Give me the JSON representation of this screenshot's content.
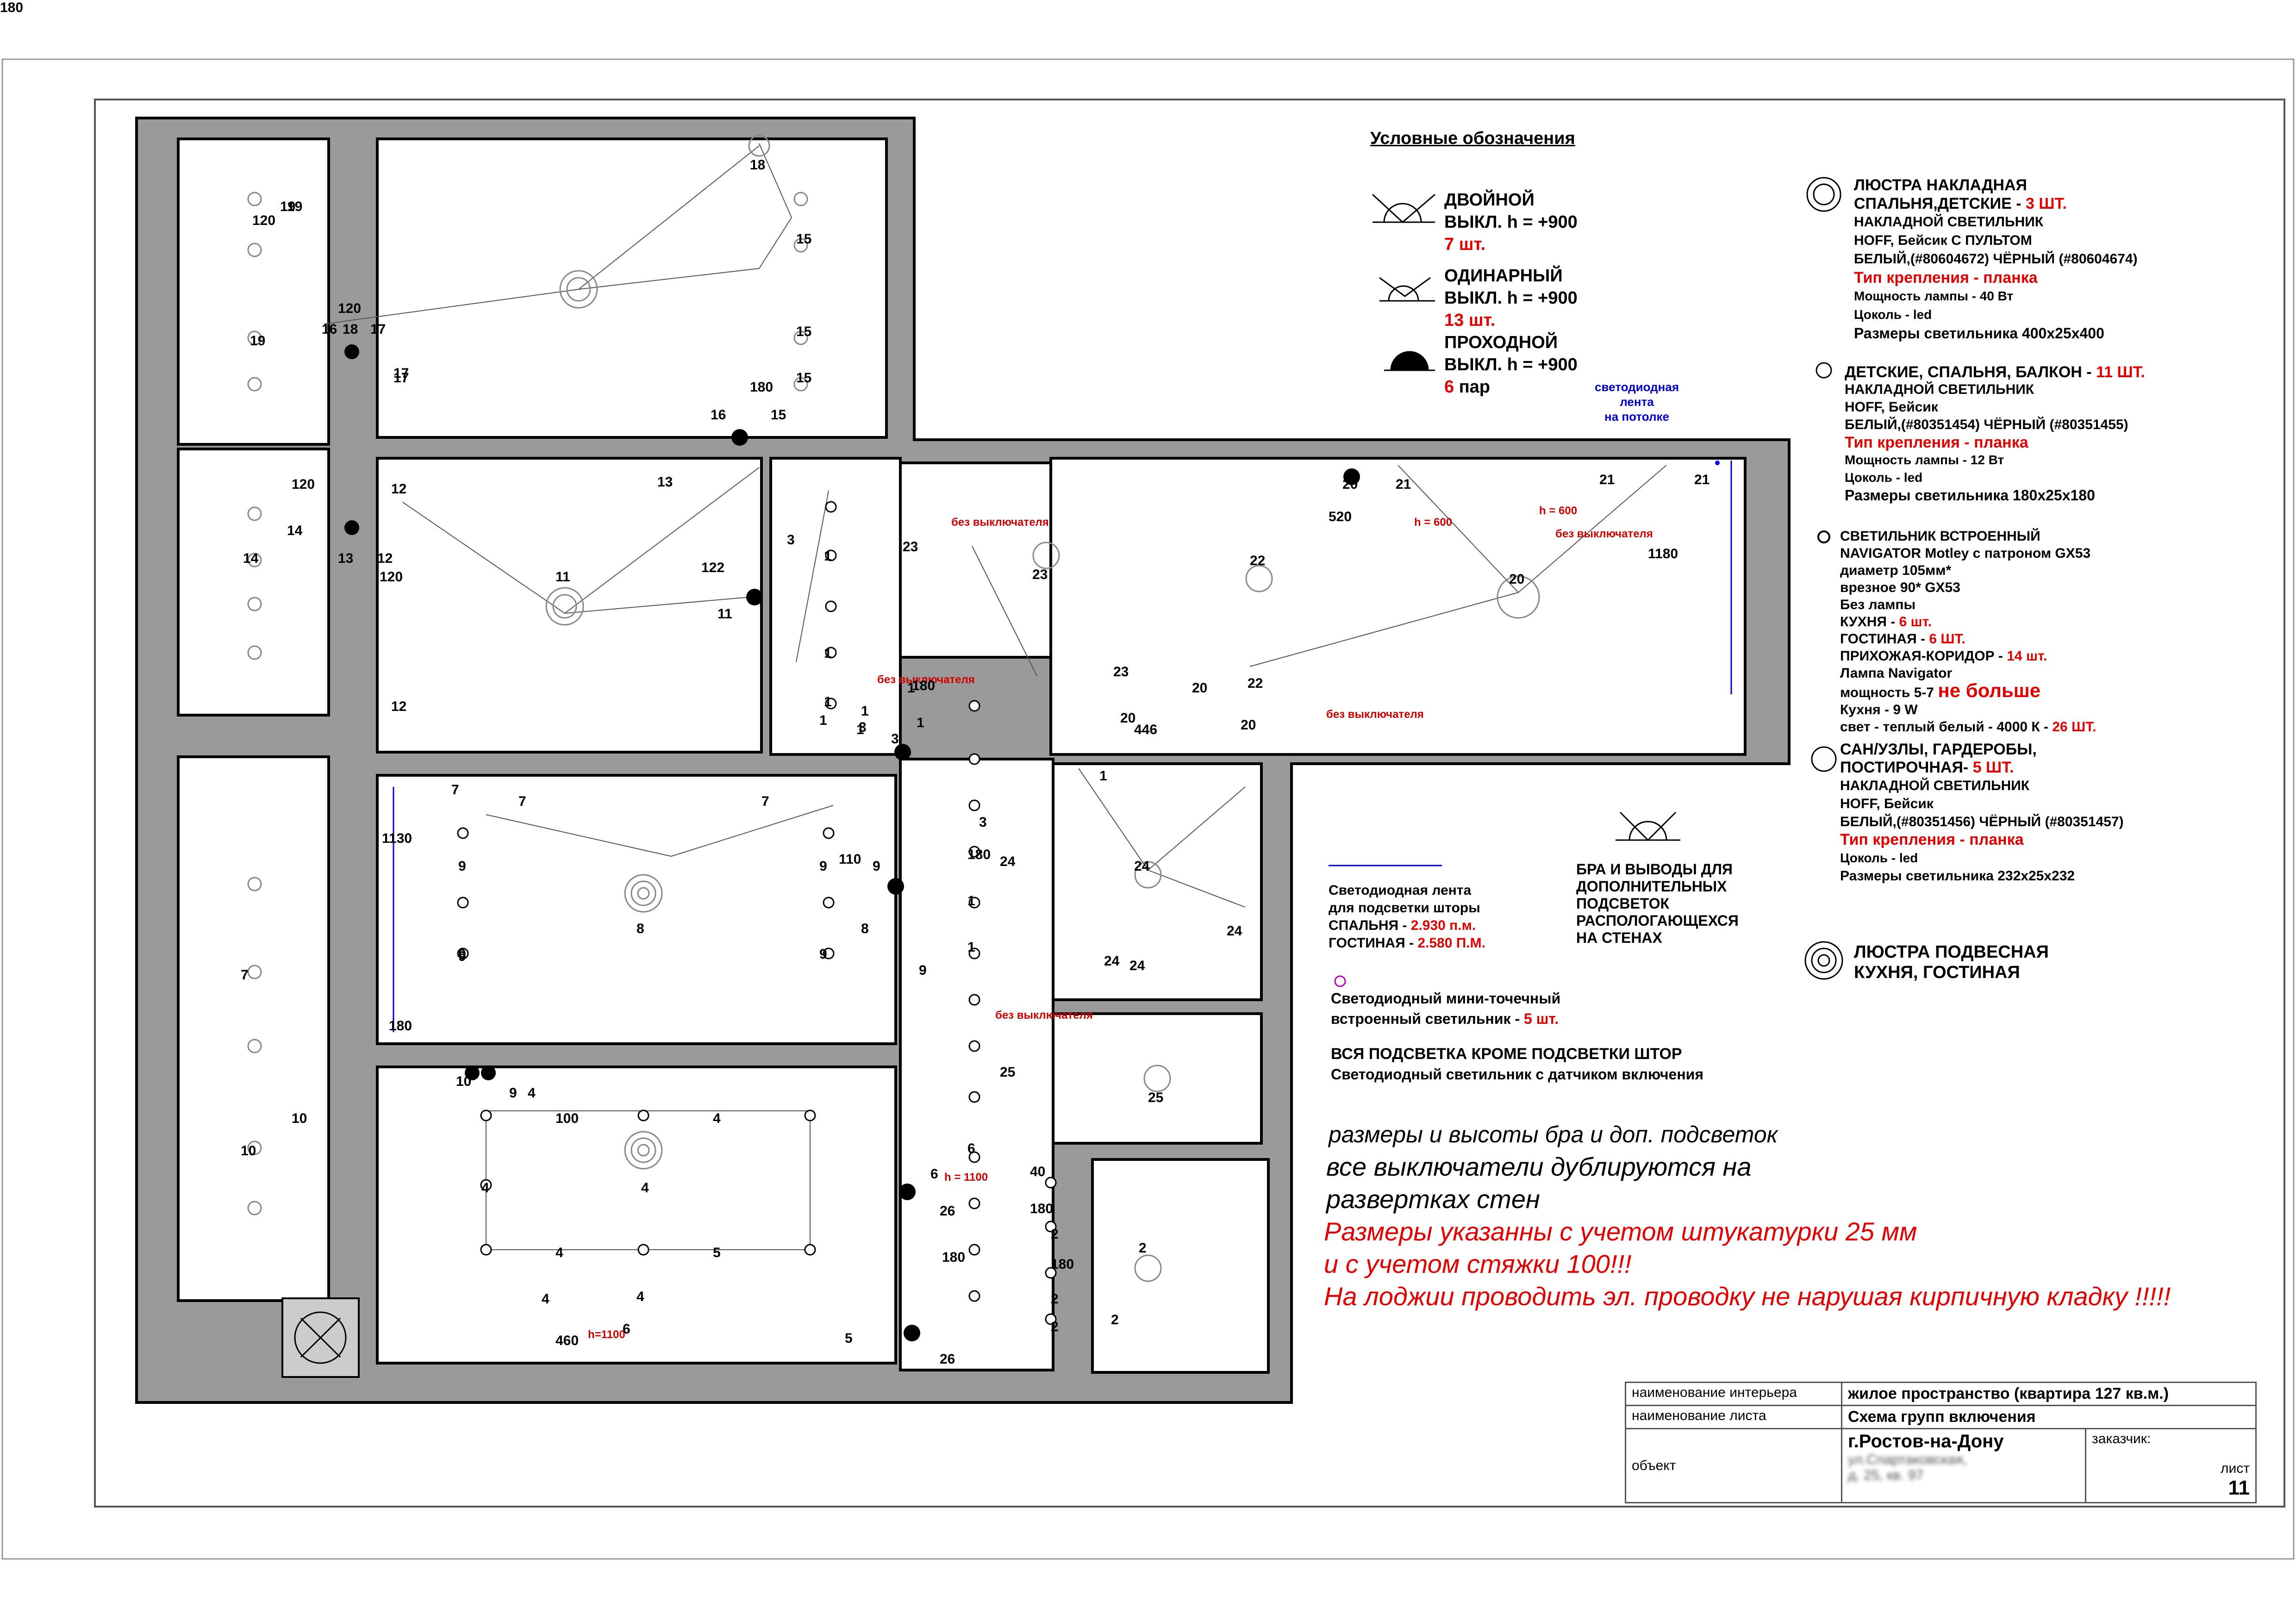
{
  "legend": {
    "title": "Условные обозначения",
    "double_switch": {
      "l1": "ДВОЙНОЙ",
      "l2": "ВЫКЛ. h = +900",
      "count": "7 шт."
    },
    "single_switch": {
      "l1": "ОДИНАРНЫЙ",
      "l2": "ВЫКЛ. h = +900",
      "count": "13 шт."
    },
    "pass_switch": {
      "l1": "ПРОХОДНОЙ",
      "l2": "ВЫКЛ. h = +900",
      "count": "6",
      "count_suffix": " пар"
    },
    "led_ceiling": {
      "l1": "светодиодная",
      "l2": "лента",
      "l3": "на потолке"
    }
  },
  "specs": {
    "chandelier": {
      "l1": "ЛЮСТРА НАКЛАДНАЯ",
      "l2": "СПАЛЬНЯ,ДЕТСКИЕ - ",
      "l2_red": "3 ШТ.",
      "l3": "НАКЛАДНОЙ СВЕТИЛЬНИК",
      "l4": "HOFF, Бейсик С ПУЛЬТОМ",
      "l5": "БЕЛЫЙ,(#80604672) ЧЁРНЫЙ (#80604674)",
      "l6": "Тип крепления - планка",
      "l7": "Мощность лампы - 40 Вт",
      "l8": "Цоколь - led",
      "l9": "Размеры светильника 400x25x400"
    },
    "small": {
      "l1": "ДЕТСКИЕ, СПАЛЬНЯ, БАЛКОН - ",
      "l1_red": "11 ШТ.",
      "l2": "НАКЛАДНОЙ СВЕТИЛЬНИК",
      "l3": "HOFF, Бейсик",
      "l4": "БЕЛЫЙ,(#80351454) ЧЁРНЫЙ (#80351455)",
      "l5": "Тип крепления - планка",
      "l6": "Мощность лампы - 12 Вт",
      "l7": "Цоколь - led",
      "l8": "Размеры светильника 180x25x180"
    },
    "recessed": {
      "l1": "СВЕТИЛЬНИК ВСТРОЕННЫЙ",
      "l2": "NAVIGATOR Motley с патроном GX53",
      "l3": "диаметр 105мм*",
      "l4": "врезное 90* GX53",
      "l5": "Без лампы",
      "l6": "КУХНЯ - ",
      "l6_red": "6 шт.",
      "l7": "ГОСТИНАЯ - ",
      "l7_red": "6 ШТ.",
      "l8": "ПРИХОЖАЯ-КОРИДОР - ",
      "l8_red": "14 шт.",
      "l9": "Лампа Navigator",
      "l10": "мощность 5-7 ",
      "l10_red": "не больше",
      "l11": "Кухня - 9 W",
      "l12": "свет - теплый белый - 4000 К - ",
      "l12_red": "26 ШТ."
    },
    "bath": {
      "l1": "САН/УЗЛЫ, ГАРДЕРОБЫ,",
      "l2": "ПОСТИРОЧНАЯ- ",
      "l2_red": "5 ШТ.",
      "l3": "НАКЛАДНОЙ СВЕТИЛЬНИК",
      "l4": "HOFF, Бейсик",
      "l5": "БЕЛЫЙ,(#80351456) ЧЁРНЫЙ (#80351457)",
      "l6": "Тип крепления - планка",
      "l7": "Цоколь - led",
      "l8": "Размеры светильника 232x25x232"
    },
    "pendant": {
      "l1": "ЛЮСТРА ПОДВЕСНАЯ",
      "l2": "КУХНЯ, ГОСТИНАЯ"
    }
  },
  "mid_legend": {
    "curtain": {
      "l1": "Светодиодная лента",
      "l2": "для подсветки шторы",
      "l3": "СПАЛЬНЯ - ",
      "l3_red": "2.930 п.м.",
      "l4": "ГОСТИНАЯ  - ",
      "l4_red": "2.580 П.М."
    },
    "wall": {
      "l1": "БРА И ВЫВОДЫ ДЛЯ",
      "l2": "ДОПОЛНИТЕЛЬНЫХ",
      "l3": "ПОДСВЕТОК",
      "l4": "РАСПОЛОГАЮЩЕХСЯ",
      "l5": "НА СТЕНАХ"
    },
    "mini": {
      "l1": "Светодиодный мини-точечный",
      "l2": "встроенный светильник - ",
      "l2_red": "5 шт."
    },
    "all": {
      "l1": "ВСЯ ПОДСВЕТКА КРОМЕ ПОДСВЕТКИ ШТОР",
      "l2": "Светодиодный светильник с датчиком включения"
    }
  },
  "notes": {
    "n1": "размеры и высоты бра и доп. подсветок",
    "n2": "все выключатели дублируются на",
    "n3": "развертках стен",
    "n4": "Размеры указанны  с учетом штукатурки 25 мм",
    "n5": "и с учетом стяжки 100!!!",
    "n6": "На лоджии проводить эл. проводку не нарушая кирпичную кладку !!!!!"
  },
  "title_block": {
    "interior_label": "наименование интерьера",
    "interior_value": "жилое пространство (квартира 127 кв.м.)",
    "sheet_label": "наименование листа",
    "sheet_value": "Схема групп включения",
    "object_label": "объект",
    "city": "г.Ростов-на-Дону",
    "address_l1": "ул.Спартаковская,",
    "address_l2": "д. 25, кв. 97",
    "customer_label": "заказчик:",
    "page_label": "лист",
    "page_value": "11"
  },
  "plan_labels": [
    "18",
    "19",
    "120",
    "19",
    "15",
    "15",
    "15",
    "19",
    "17",
    "120",
    "16",
    "18",
    "17",
    "17",
    "16",
    "180",
    "15",
    "12",
    "13",
    "14",
    "120",
    "14",
    "11",
    "13",
    "12",
    "120",
    "11",
    "122",
    "11",
    "12",
    "3",
    "1",
    "1",
    "1",
    "1",
    "1",
    "без выключателя",
    "23",
    "23",
    "23",
    "22",
    "22",
    "20",
    "21",
    "21",
    "21",
    "520",
    "h = 600",
    "h = 600",
    "без выключателя",
    "1180",
    "20",
    "20",
    "20",
    "446",
    "20",
    "без выключателя",
    "без выключателя",
    "180",
    "1",
    "3",
    "1",
    "3",
    "1",
    "7",
    "7",
    "7",
    "1130",
    "9",
    "9",
    "9",
    "9",
    "8",
    "110",
    "9",
    "8",
    "9",
    "9",
    "3",
    "180",
    "1",
    "1",
    "1",
    "24",
    "24",
    "24",
    "24",
    "24",
    "без выключателя",
    "25",
    "25",
    "180",
    "7",
    "10",
    "10",
    "10",
    "9",
    "4",
    "100",
    "4",
    "4",
    "4",
    "4",
    "5",
    "4",
    "4",
    "460",
    "h=1100",
    "6",
    "5",
    "6",
    "6",
    "h = 1100",
    "40",
    "180",
    "2",
    "180",
    "2",
    "2",
    "2",
    "2",
    "26",
    "26",
    "180",
    "180",
    "1"
  ]
}
